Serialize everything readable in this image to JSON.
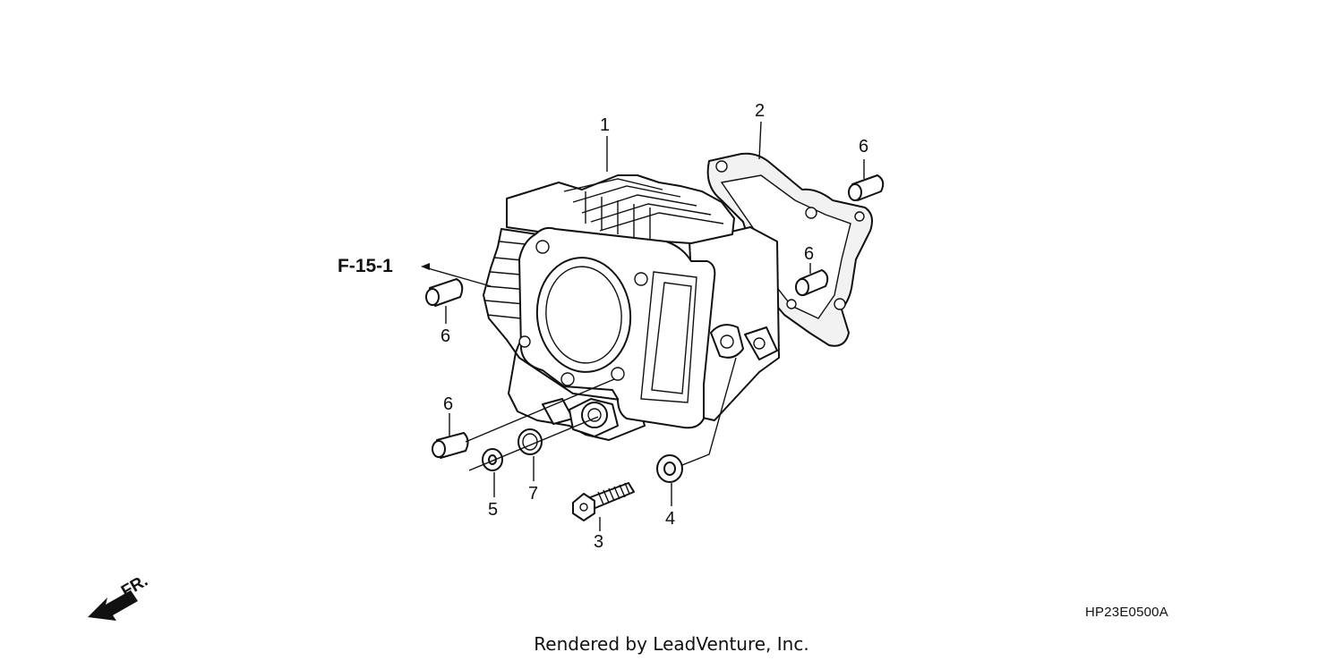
{
  "diagram": {
    "callouts": [
      {
        "id": "c1",
        "text": "1"
      },
      {
        "id": "c2",
        "text": "2"
      },
      {
        "id": "c3",
        "text": "3"
      },
      {
        "id": "c4",
        "text": "4"
      },
      {
        "id": "c5",
        "text": "5"
      },
      {
        "id": "c6a",
        "text": "6"
      },
      {
        "id": "c6b",
        "text": "6"
      },
      {
        "id": "c6c",
        "text": "6"
      },
      {
        "id": "c6d",
        "text": "6"
      },
      {
        "id": "c7",
        "text": "7"
      }
    ],
    "reference": "F-15-1",
    "direction_label": "FR.",
    "code": "HP23E0500A"
  },
  "footer": {
    "credit": "Rendered by LeadVenture, Inc."
  }
}
